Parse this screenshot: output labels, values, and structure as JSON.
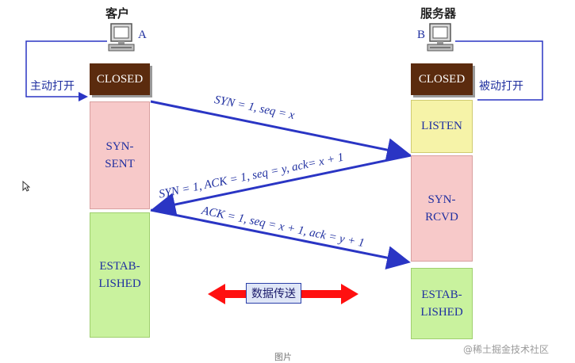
{
  "client": {
    "title": "客户",
    "letter": "A"
  },
  "server": {
    "title": "服务器",
    "letter": "B"
  },
  "client_states": {
    "closed": "CLOSED",
    "syn_sent": "SYN-\nSENT",
    "established": "ESTAB-\nLISHED"
  },
  "server_states": {
    "closed": "CLOSED",
    "listen": "LISTEN",
    "syn_rcvd": "SYN-\nRCVD",
    "established": "ESTAB-\nLISHED"
  },
  "side_labels": {
    "active_open": "主动打开",
    "passive_open": "被动打开"
  },
  "messages": {
    "m1": "SYN = 1, seq = x",
    "m2": "SYN = 1, ACK = 1, seq = y, ack= x + 1",
    "m3": "ACK = 1, seq = x + 1, ack = y + 1"
  },
  "data_transfer": "数据传送",
  "watermark": "@稀土掘金技术社区",
  "caption": "图片",
  "colors": {
    "arrow": "#2a35c4",
    "double_arrow": "#ff1010",
    "closed_box": "#5b2b0e"
  }
}
